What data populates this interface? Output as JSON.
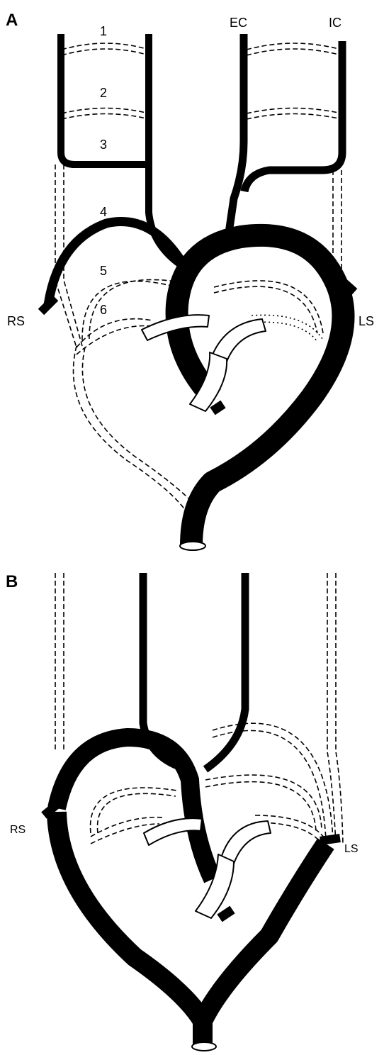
{
  "panels": {
    "a": {
      "letter": "A",
      "labels": {
        "arch1": "1",
        "arch2": "2",
        "arch3": "3",
        "arch4": "4",
        "arch5": "5",
        "arch6": "6",
        "ec": "EC",
        "ic": "IC",
        "rs": "RS",
        "ls": "LS"
      }
    },
    "b": {
      "letter": "B",
      "labels": {
        "rs": "RS",
        "ls": "LS"
      }
    }
  },
  "colors": {
    "vessel": "#000000",
    "background": "#ffffff"
  }
}
